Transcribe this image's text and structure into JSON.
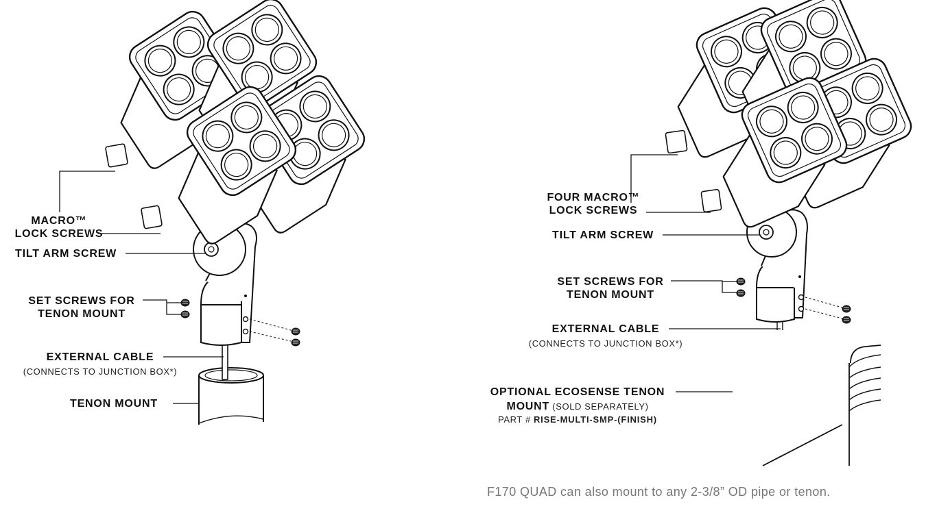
{
  "left_diagram": {
    "macro_lock_screws": {
      "line1": "MACRO™",
      "line2": "LOCK SCREWS"
    },
    "tilt_arm_screw": "TILT ARM SCREW",
    "set_screws": {
      "line1": "SET SCREWS FOR",
      "line2": "TENON MOUNT"
    },
    "external_cable": {
      "title": "EXTERNAL CABLE",
      "note": "(CONNECTS TO JUNCTION BOX*)"
    },
    "tenon_mount": "TENON MOUNT"
  },
  "right_diagram": {
    "macro_lock_screws": {
      "line1": "FOUR MACRO™",
      "line2": "LOCK SCREWS"
    },
    "tilt_arm_screw": "TILT ARM SCREW",
    "set_screws": {
      "line1": "SET SCREWS FOR",
      "line2": "TENON MOUNT"
    },
    "external_cable": {
      "title": "EXTERNAL CABLE",
      "note": "(CONNECTS TO JUNCTION BOX*)"
    },
    "optional_mount": {
      "line1": "OPTIONAL ECOSENSE TENON",
      "line2_bold": "MOUNT",
      "line2_note": " (SOLD SEPARATELY)",
      "part_prefix": "PART # ",
      "part_number": "RISE-MULTI-SMP-(FINISH)"
    }
  },
  "footnote": "F170 QUAD can also mount to any 2-3/8” OD pipe or tenon.",
  "colors": {
    "ink": "#111111",
    "footnote": "#777777",
    "background": "#ffffff"
  }
}
